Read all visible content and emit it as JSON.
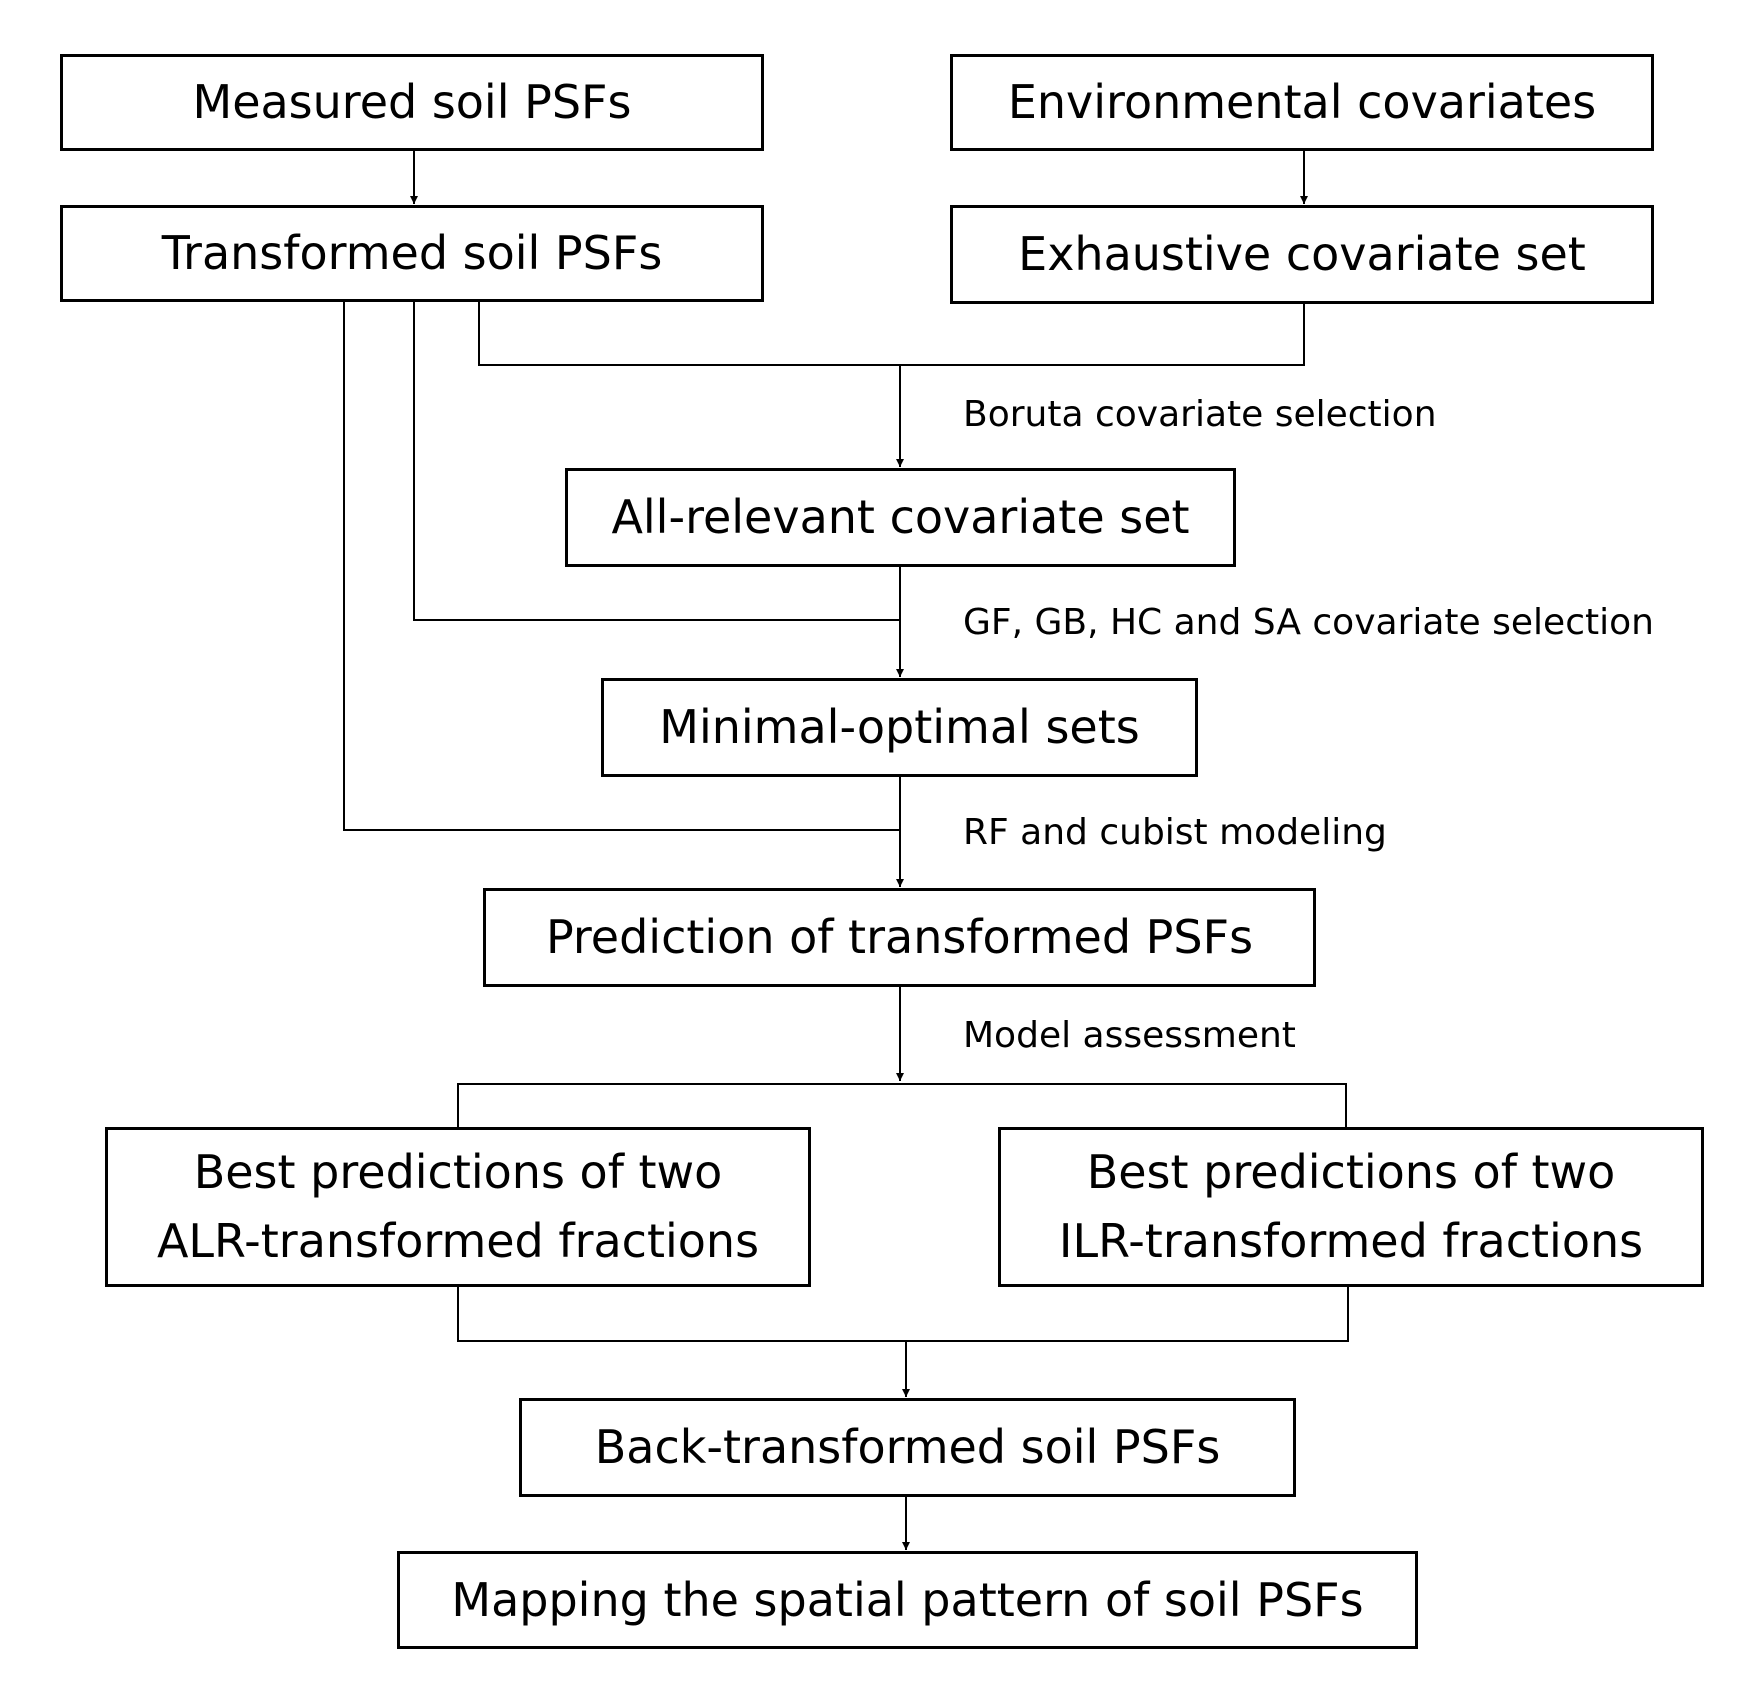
{
  "nodes": {
    "measured": {
      "text": "Measured soil PSFs"
    },
    "environmental": {
      "text": "Environmental covariates"
    },
    "transformed": {
      "text": "Transformed soil PSFs"
    },
    "exhaustive": {
      "text": "Exhaustive covariate set"
    },
    "all_relevant": {
      "text": "All-relevant covariate set"
    },
    "minimal_optimal": {
      "text": "Minimal-optimal sets"
    },
    "prediction": {
      "text": "Prediction of transformed PSFs"
    },
    "best_alr": {
      "line1": "Best predictions of two",
      "line2": "ALR-transformed fractions"
    },
    "best_ilr": {
      "line1": "Best predictions of two",
      "line2": "ILR-transformed fractions"
    },
    "back_transformed": {
      "text": "Back-transformed soil PSFs"
    },
    "mapping": {
      "text": "Mapping the spatial pattern of soil PSFs"
    }
  },
  "edge_labels": {
    "boruta": "Boruta covariate selection",
    "gf_gb_hc_sa": "GF, GB, HC and SA covariate selection",
    "rf_cubist": "RF and cubist modeling",
    "model_assessment": "Model assessment"
  },
  "edges": [
    {
      "from": "measured",
      "to": "transformed"
    },
    {
      "from": "environmental",
      "to": "exhaustive"
    },
    {
      "from": "transformed",
      "to": "all_relevant",
      "label": "boruta"
    },
    {
      "from": "exhaustive",
      "to": "all_relevant",
      "label": "boruta"
    },
    {
      "from": "all_relevant",
      "to": "minimal_optimal",
      "label": "gf_gb_hc_sa"
    },
    {
      "from": "transformed",
      "to": "minimal_optimal",
      "label": "gf_gb_hc_sa"
    },
    {
      "from": "minimal_optimal",
      "to": "prediction",
      "label": "rf_cubist"
    },
    {
      "from": "transformed",
      "to": "prediction",
      "label": "rf_cubist"
    },
    {
      "from": "prediction",
      "to": "best_alr",
      "label": "model_assessment"
    },
    {
      "from": "prediction",
      "to": "best_ilr",
      "label": "model_assessment"
    },
    {
      "from": "best_alr",
      "to": "back_transformed"
    },
    {
      "from": "best_ilr",
      "to": "back_transformed"
    },
    {
      "from": "back_transformed",
      "to": "mapping"
    }
  ]
}
